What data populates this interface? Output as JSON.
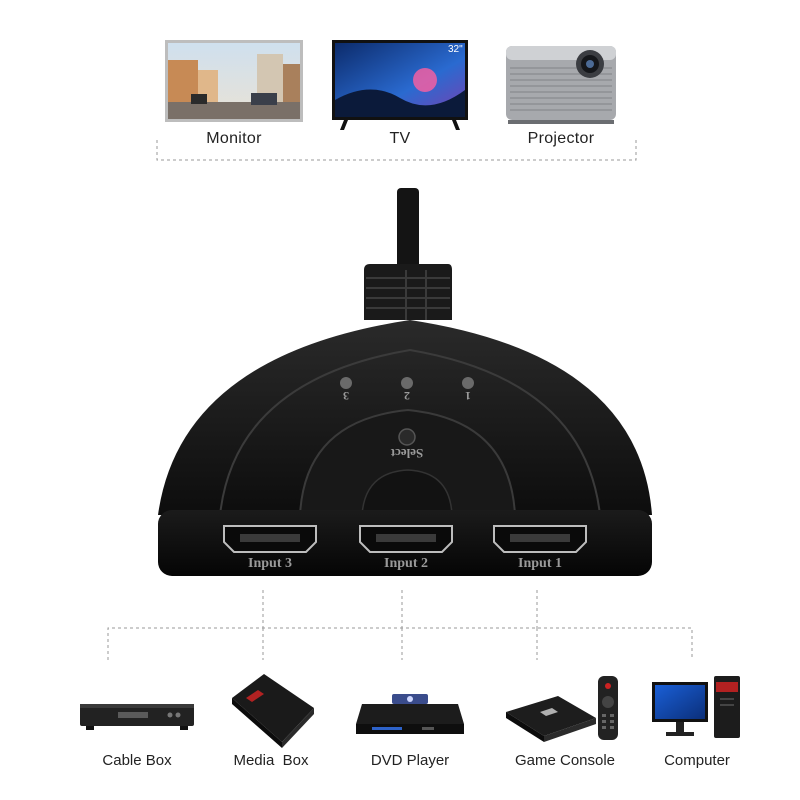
{
  "outputs": [
    {
      "label": "Monitor",
      "icon": "monitor-icon"
    },
    {
      "label": "TV",
      "icon": "tv-icon",
      "screen_badge": "32\""
    },
    {
      "label": "Projector",
      "icon": "projector-icon"
    }
  ],
  "switch": {
    "leds": [
      "3",
      "2",
      "1"
    ],
    "select_label": "Select",
    "ports": [
      "Input 3",
      "Input 2",
      "Input 1"
    ]
  },
  "inputs": [
    {
      "label": "Cable Box",
      "icon": "cable-box-icon"
    },
    {
      "label": "Media  Box",
      "icon": "media-box-icon"
    },
    {
      "label": "DVD Player",
      "icon": "dvd-player-icon"
    },
    {
      "label": "Game Console",
      "icon": "game-console-icon"
    },
    {
      "label": "Computer",
      "icon": "computer-icon"
    }
  ]
}
